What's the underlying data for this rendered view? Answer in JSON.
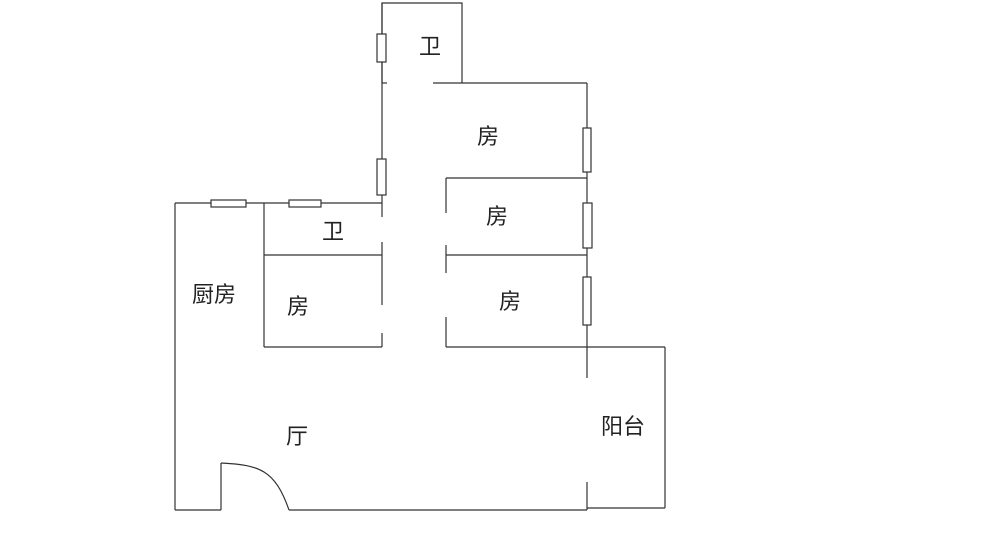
{
  "rooms": {
    "bath_top": "卫",
    "bedroom_top": "房",
    "bath_left": "卫",
    "bedroom_mid_right": "房",
    "kitchen": "厨房",
    "bedroom_left": "房",
    "bedroom_bottom_right": "房",
    "living": "厅",
    "balcony": "阳台"
  }
}
